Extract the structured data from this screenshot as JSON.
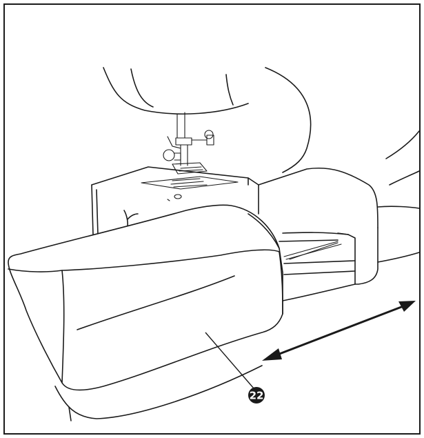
{
  "callouts": [
    {
      "id": "22",
      "label": "22",
      "target": "accessory-box"
    }
  ],
  "parts": {
    "machine_head": "sewing-machine-head",
    "needle_area": "presser-foot-and-needle",
    "accessory_box": "removable-accessory-box",
    "free_arm": "free-arm",
    "movement_indicator": "double-headed-arrow"
  },
  "colors": {
    "line": "#1a1a1a",
    "background": "#ffffff",
    "callout_fill": "#1a1a1a",
    "callout_text": "#ffffff"
  }
}
